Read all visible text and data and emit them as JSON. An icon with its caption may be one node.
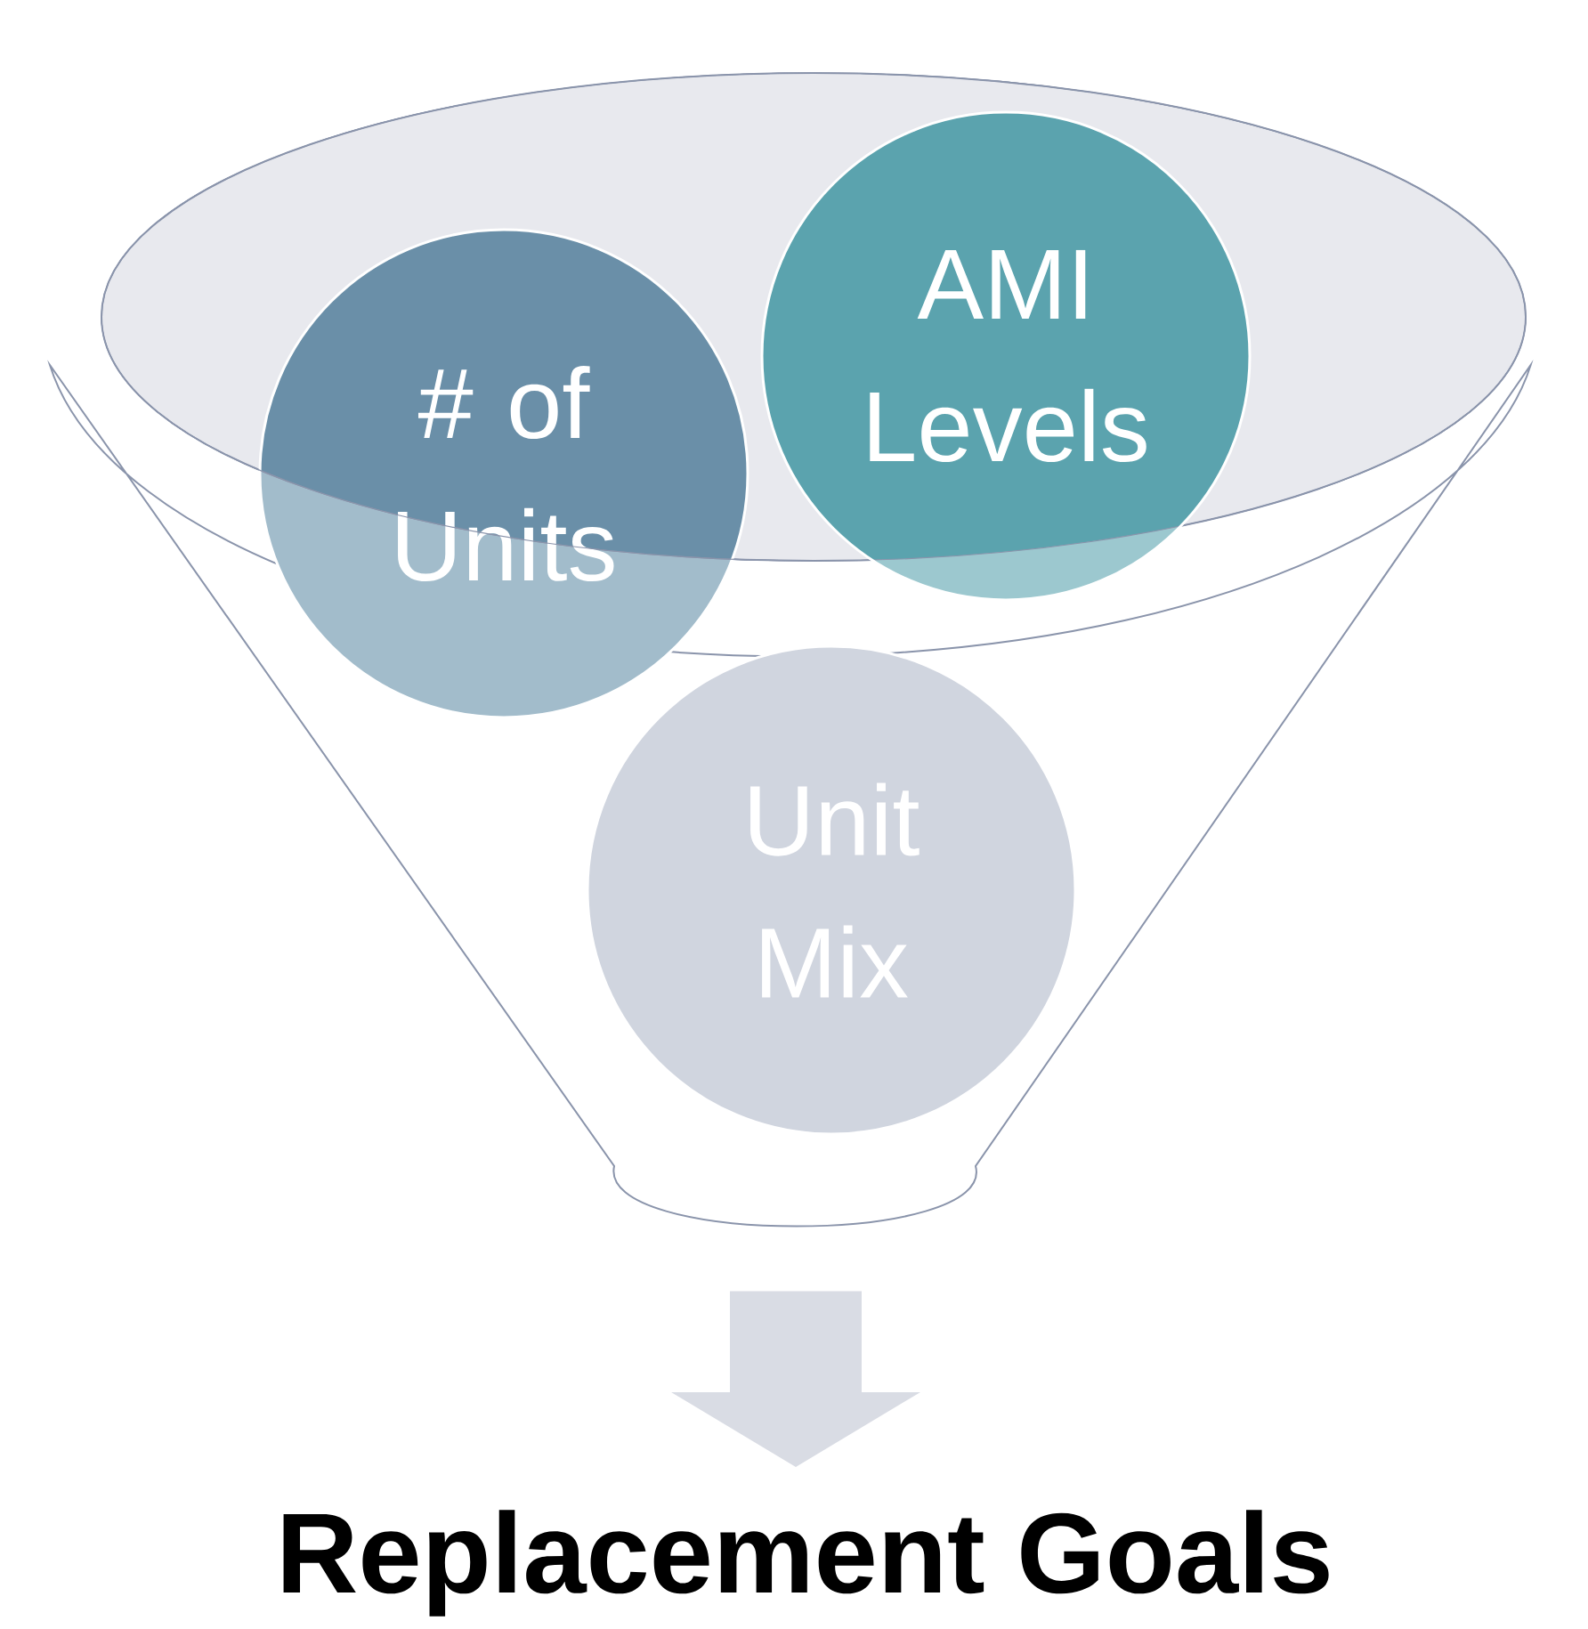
{
  "diagram": {
    "nodes": [
      {
        "text": [],
        "shape": "funnel"
      },
      {
        "text": [
          "# of Units"
        ]
      },
      {
        "text": [
          "AMI Levels"
        ]
      },
      {
        "text": [
          "Unit Mix"
        ],
        "in": 0
      },
      {
        "text": [
          "Replacement Goals"
        ]
      }
    ],
    "edges": [
      {
        "from": 0,
        "to": 4,
        "arrow": "to"
      }
    ]
  }
}
